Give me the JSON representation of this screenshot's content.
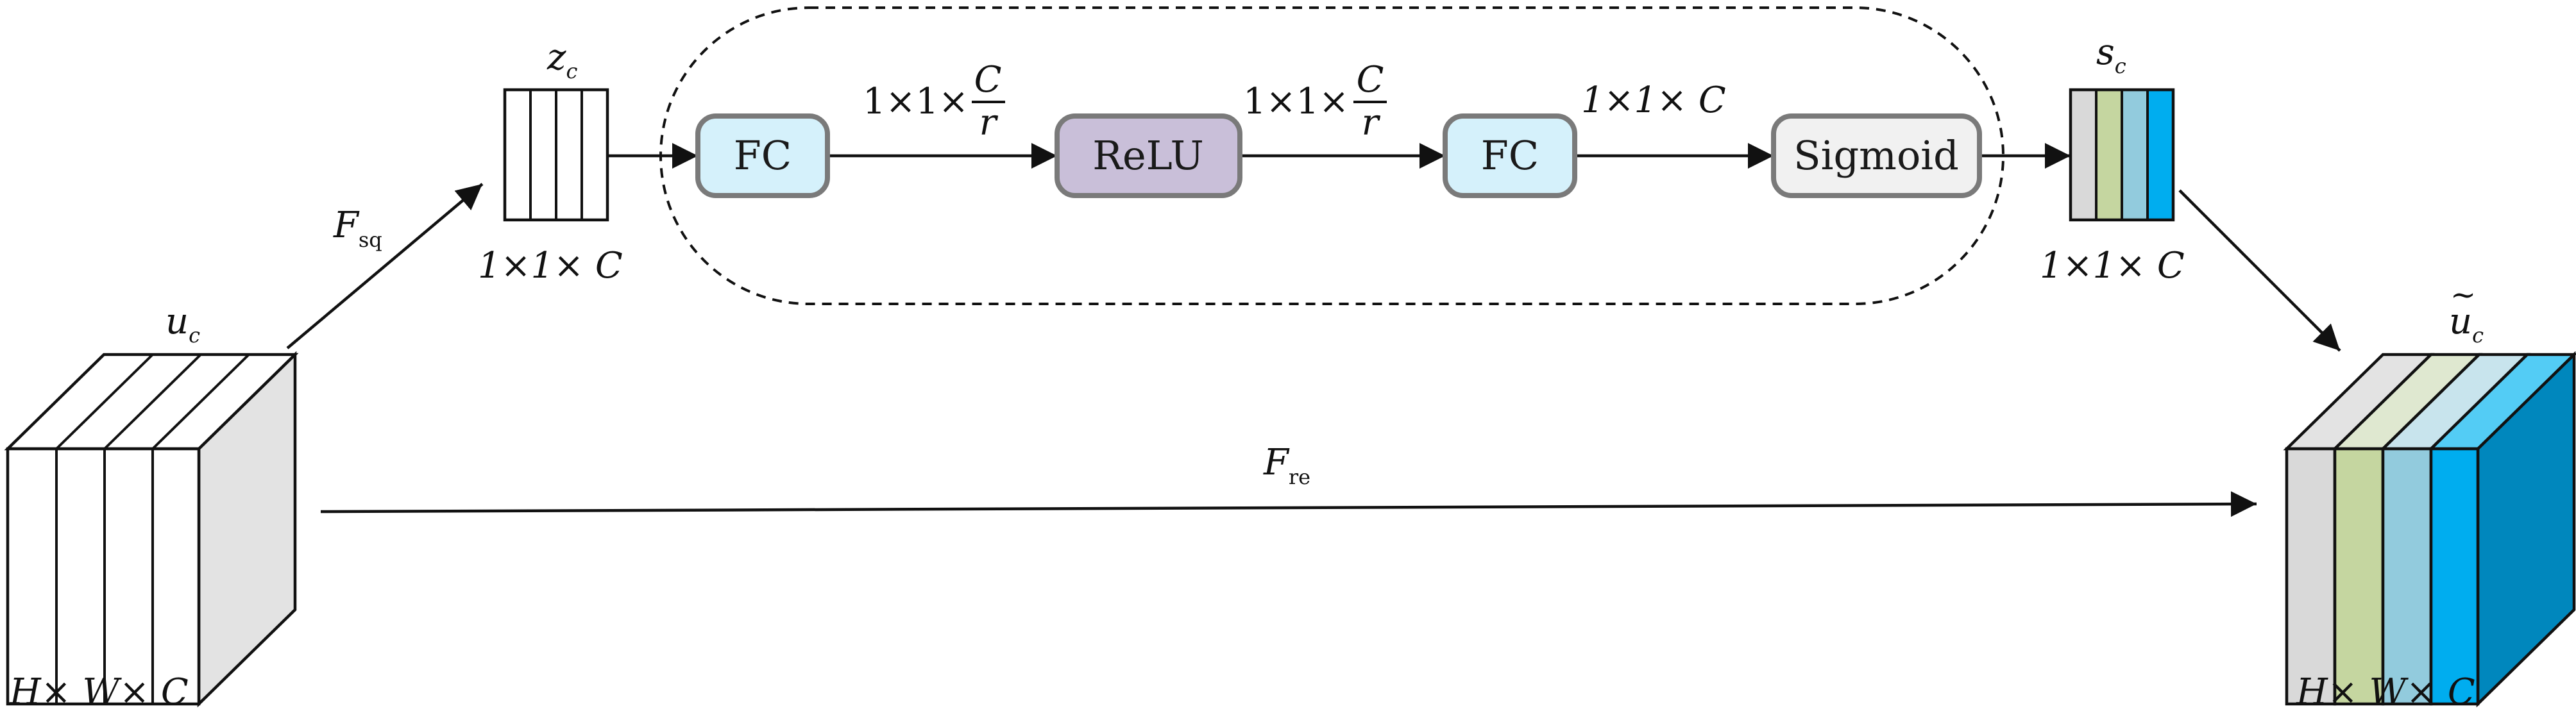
{
  "diagram": {
    "input_tensor": {
      "symbol": "u",
      "subscript": "c",
      "dims": "H× W× C"
    },
    "squeeze": {
      "symbol": "F",
      "subscript": "sq"
    },
    "squeezed_vector": {
      "symbol": "z",
      "subscript": "c",
      "dims": "1×1× C"
    },
    "excitation": {
      "fc1": "FC",
      "relu": "ReLU",
      "fc2": "FC",
      "sigmoid": "Sigmoid",
      "edge1": {
        "prefix": "1×1×",
        "numerator": "C",
        "denominator": "r"
      },
      "edge2": {
        "prefix": "1×1×",
        "numerator": "C",
        "denominator": "r"
      },
      "edge3": "1×1× C"
    },
    "scale_vector": {
      "symbol": "s",
      "subscript": "c",
      "dims": "1×1× C"
    },
    "rescale": {
      "symbol": "F",
      "subscript": "re"
    },
    "output_tensor": {
      "symbol": "u",
      "accent": "~",
      "subscript": "c",
      "dims": "H× W× C"
    },
    "colors": {
      "fc_fill": "#d5f1fb",
      "relu_fill": "#c9bfd9",
      "sigmoid_fill": "#f1f1f1",
      "box_stroke": "#7a7a7a",
      "channel_gray": "#d9d9d9",
      "channel_green": "#c5d6a0",
      "channel_lightblue": "#92cbdd",
      "channel_cyan": "#00adef",
      "channel_deepblue": "#0087bd",
      "side_gray": "#e3e3e3"
    }
  }
}
